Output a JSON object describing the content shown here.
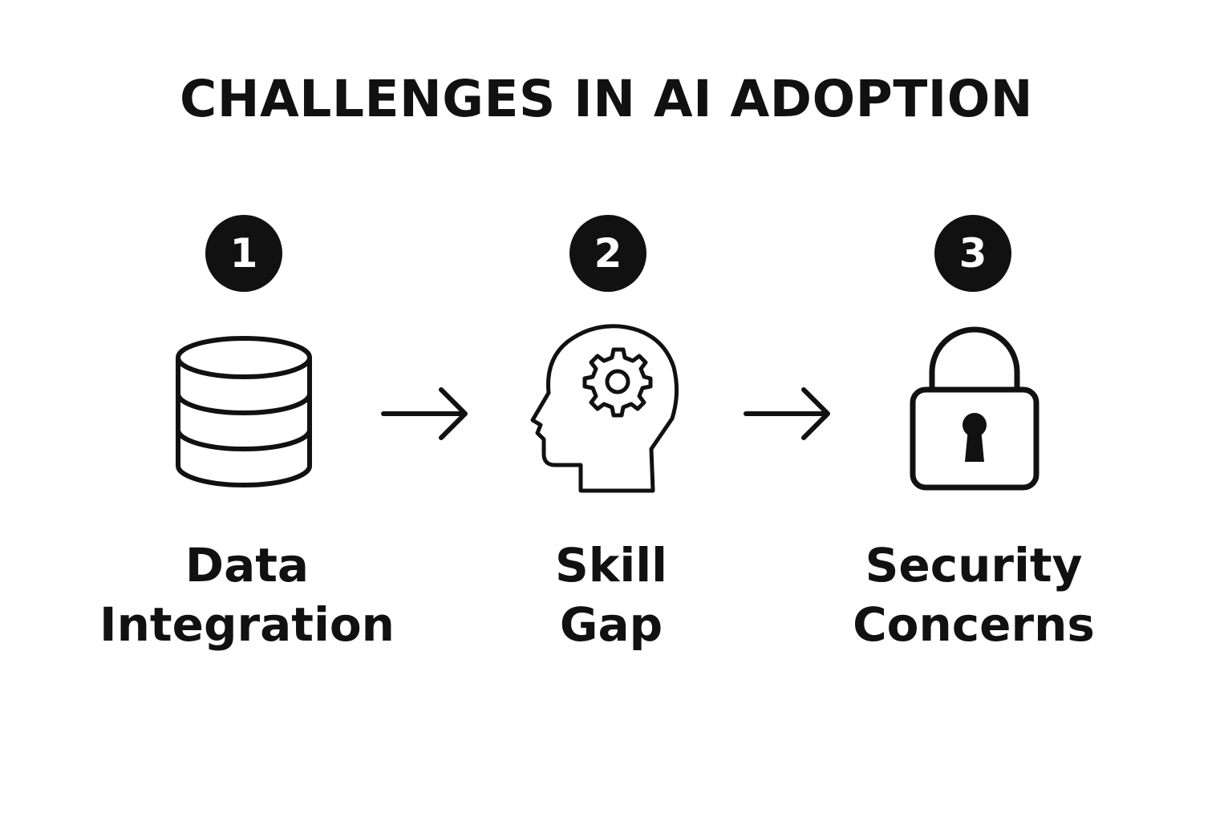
{
  "title": "CHALLENGES IN AI ADOPTION",
  "steps": [
    {
      "number": "1",
      "icon": "database-icon",
      "label_lines": [
        "Data",
        "Integration"
      ]
    },
    {
      "number": "2",
      "icon": "head-gear-icon",
      "label_lines": [
        "Skill",
        "Gap"
      ]
    },
    {
      "number": "3",
      "icon": "padlock-icon",
      "label_lines": [
        "Security",
        "Concerns"
      ]
    }
  ],
  "colors": {
    "ink": "#111111",
    "background": "#ffffff",
    "badge_text": "#ffffff"
  }
}
